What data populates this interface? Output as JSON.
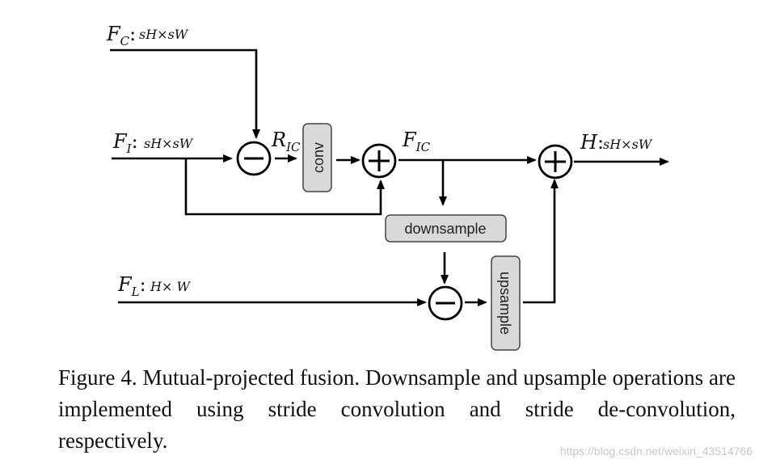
{
  "diagram": {
    "inputs": {
      "fc": {
        "symbol": "F",
        "subscript": "C",
        "dims": "sH×sW"
      },
      "fi": {
        "symbol": "F",
        "subscript": "I",
        "dims": "sH×sW"
      },
      "fl": {
        "symbol": "F",
        "subscript": "L",
        "dims": "H× W"
      }
    },
    "intermediates": {
      "ric": {
        "symbol": "R",
        "subscript": "IC"
      },
      "fic": {
        "symbol": "F",
        "subscript": "IC"
      }
    },
    "output": {
      "symbol": "H",
      "dims": "sH×sW"
    },
    "blocks": {
      "conv": "conv",
      "downsample": "downsample",
      "upsample": "upsample"
    },
    "operators": {
      "subtract": "−",
      "add": "+"
    }
  },
  "caption": "Figure 4. Mutual-projected fusion.  Downsample and upsample operations are implemented using stride convolution and stride de-convolution, respectively.",
  "watermark": "https://blog.csdn.net/weixin_43514766"
}
